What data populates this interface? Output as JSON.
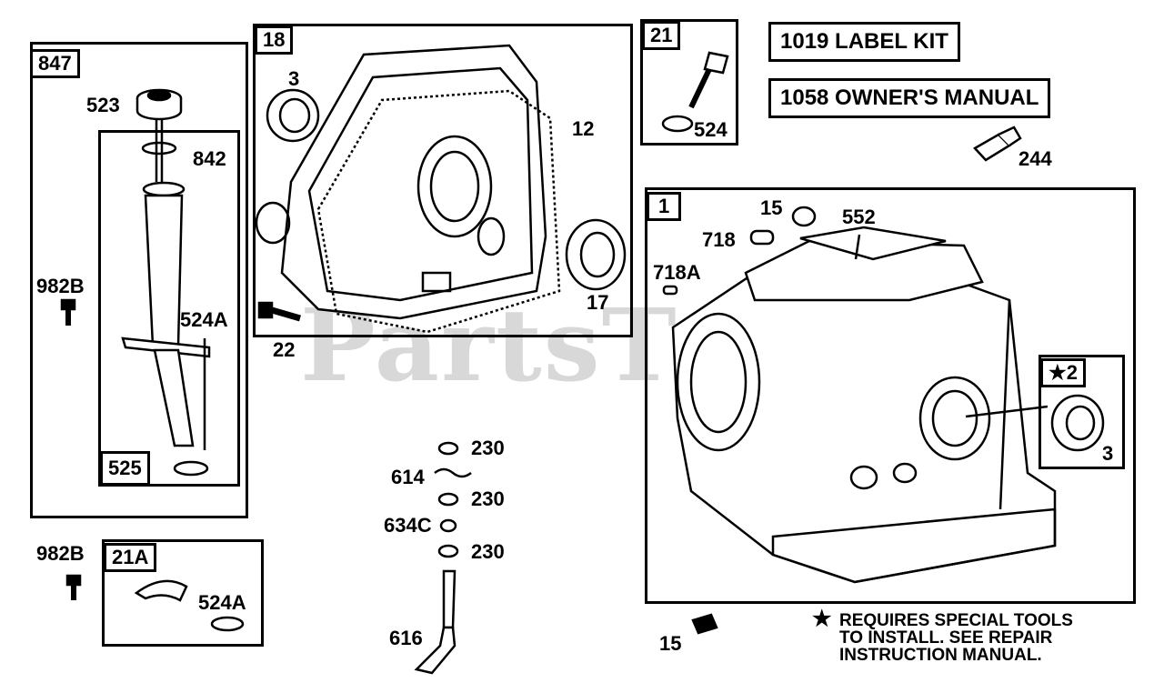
{
  "watermark": "PartsTree",
  "trademark": "™",
  "groups": {
    "g847": "847",
    "g18": "18",
    "g21": "21",
    "g21a": "21A",
    "g1": "1",
    "g2": "★2",
    "g525": "525"
  },
  "kits": {
    "label_kit": "1019 LABEL KIT",
    "owners_manual": "1058 OWNER'S MANUAL"
  },
  "parts": {
    "p523": "523",
    "p842": "842",
    "p982b_top": "982B",
    "p524a_top": "524A",
    "p3_top": "3",
    "p12": "12",
    "p17": "17",
    "p22": "22",
    "p524": "524",
    "p244": "244",
    "p15_top": "15",
    "p552": "552",
    "p718": "718",
    "p718a": "718A",
    "p3_right": "3",
    "p230_1": "230",
    "p614": "614",
    "p230_2": "230",
    "p634c": "634C",
    "p230_3": "230",
    "p616": "616",
    "p982b_bottom": "982B",
    "p524a_bottom": "524A",
    "p15_bottom": "15"
  },
  "note": {
    "star": "★",
    "line1": "REQUIRES SPECIAL TOOLS",
    "line2": "TO INSTALL.  SEE REPAIR",
    "line3": "INSTRUCTION MANUAL."
  }
}
